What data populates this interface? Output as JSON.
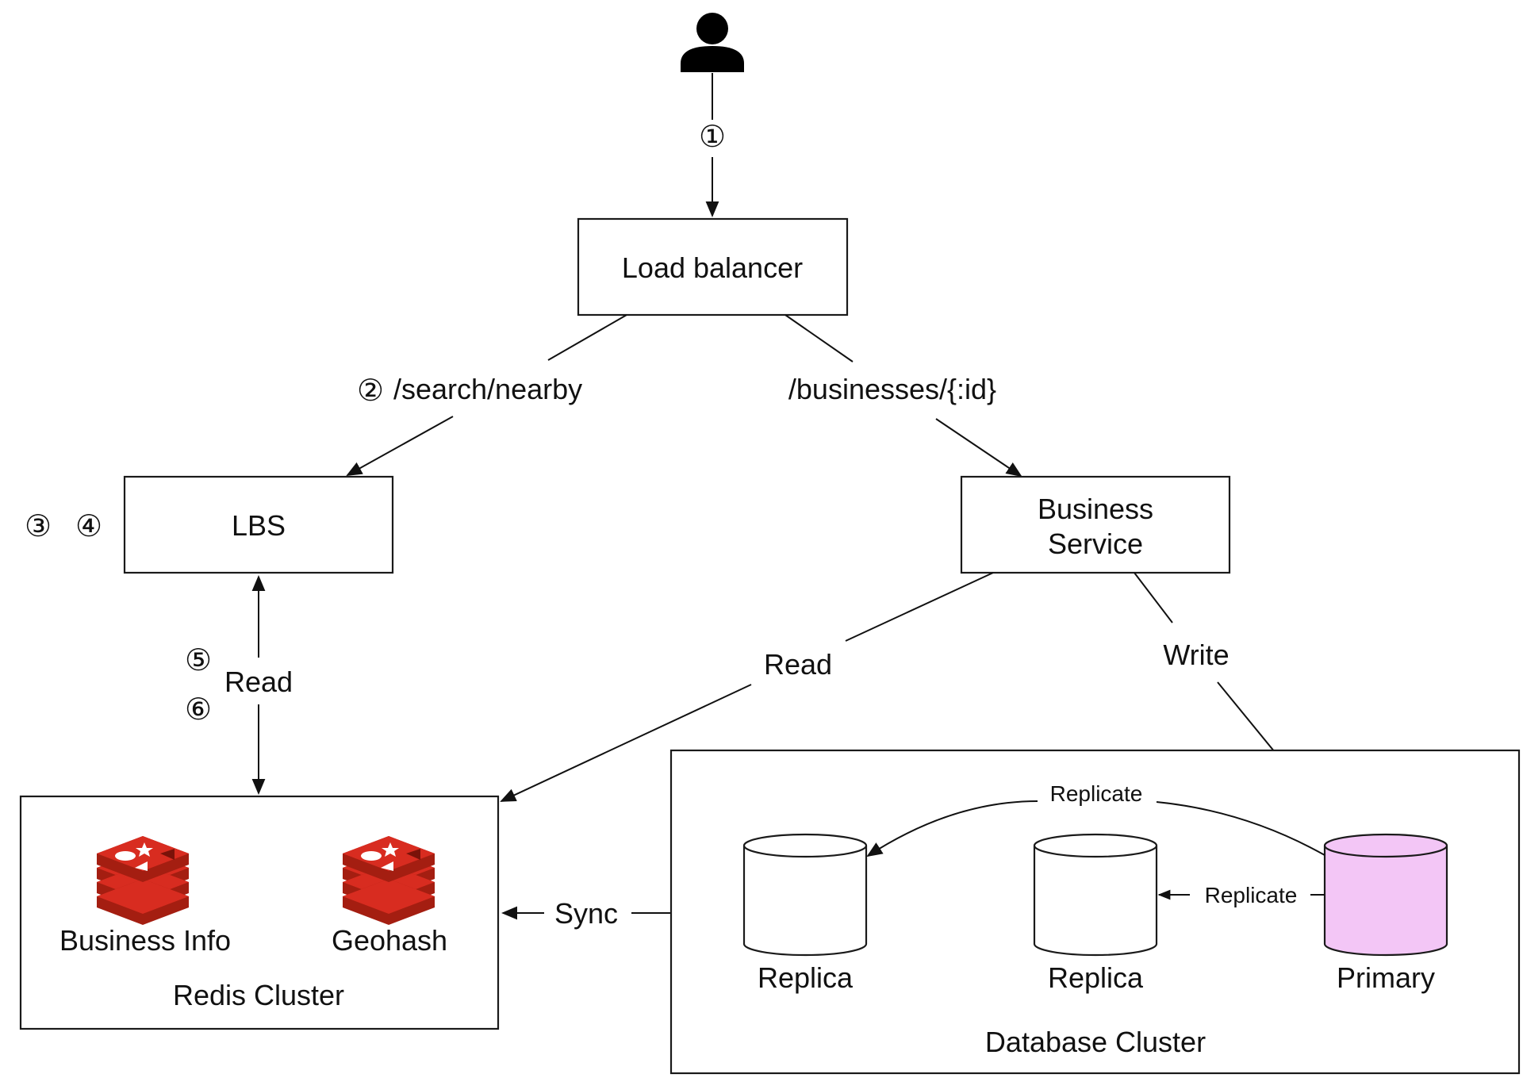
{
  "user": {
    "icon": "person-icon"
  },
  "steps": {
    "s1": "①",
    "s2": "②",
    "s3": "③",
    "s4": "④",
    "s5": "⑤",
    "s6": "⑥"
  },
  "nodes": {
    "load_balancer": "Load balancer",
    "lbs": "LBS",
    "business_service": {
      "line1": "Business",
      "line2": "Service"
    },
    "redis_cluster": {
      "title": "Redis Cluster",
      "business_info": "Business Info",
      "geohash": "Geohash",
      "icon": "redis-icon",
      "color": "#D82C20"
    },
    "database_cluster": {
      "title": "Database Cluster",
      "replica_1": "Replica",
      "replica_2": "Replica",
      "primary": "Primary",
      "primary_color": "#F3C6F6"
    }
  },
  "edges": {
    "search_nearby": "/search/nearby",
    "businesses_id": "/businesses/{:id}",
    "lbs_redis_read": "Read",
    "bs_redis_read": "Read",
    "write": "Write",
    "sync": "Sync",
    "replicate_1": "Replicate",
    "replicate_2": "Replicate"
  }
}
